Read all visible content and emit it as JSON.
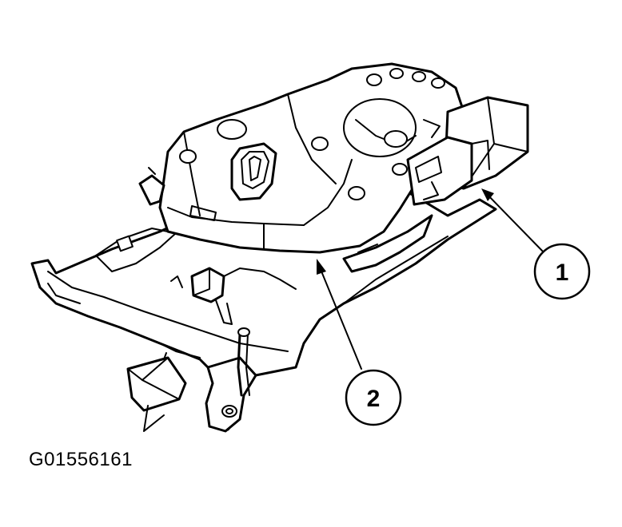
{
  "figure": {
    "id_label": "G01556161"
  },
  "callouts": [
    {
      "number": "1"
    },
    {
      "number": "2"
    }
  ],
  "colors": {
    "line": "#000000",
    "background": "#ffffff"
  }
}
